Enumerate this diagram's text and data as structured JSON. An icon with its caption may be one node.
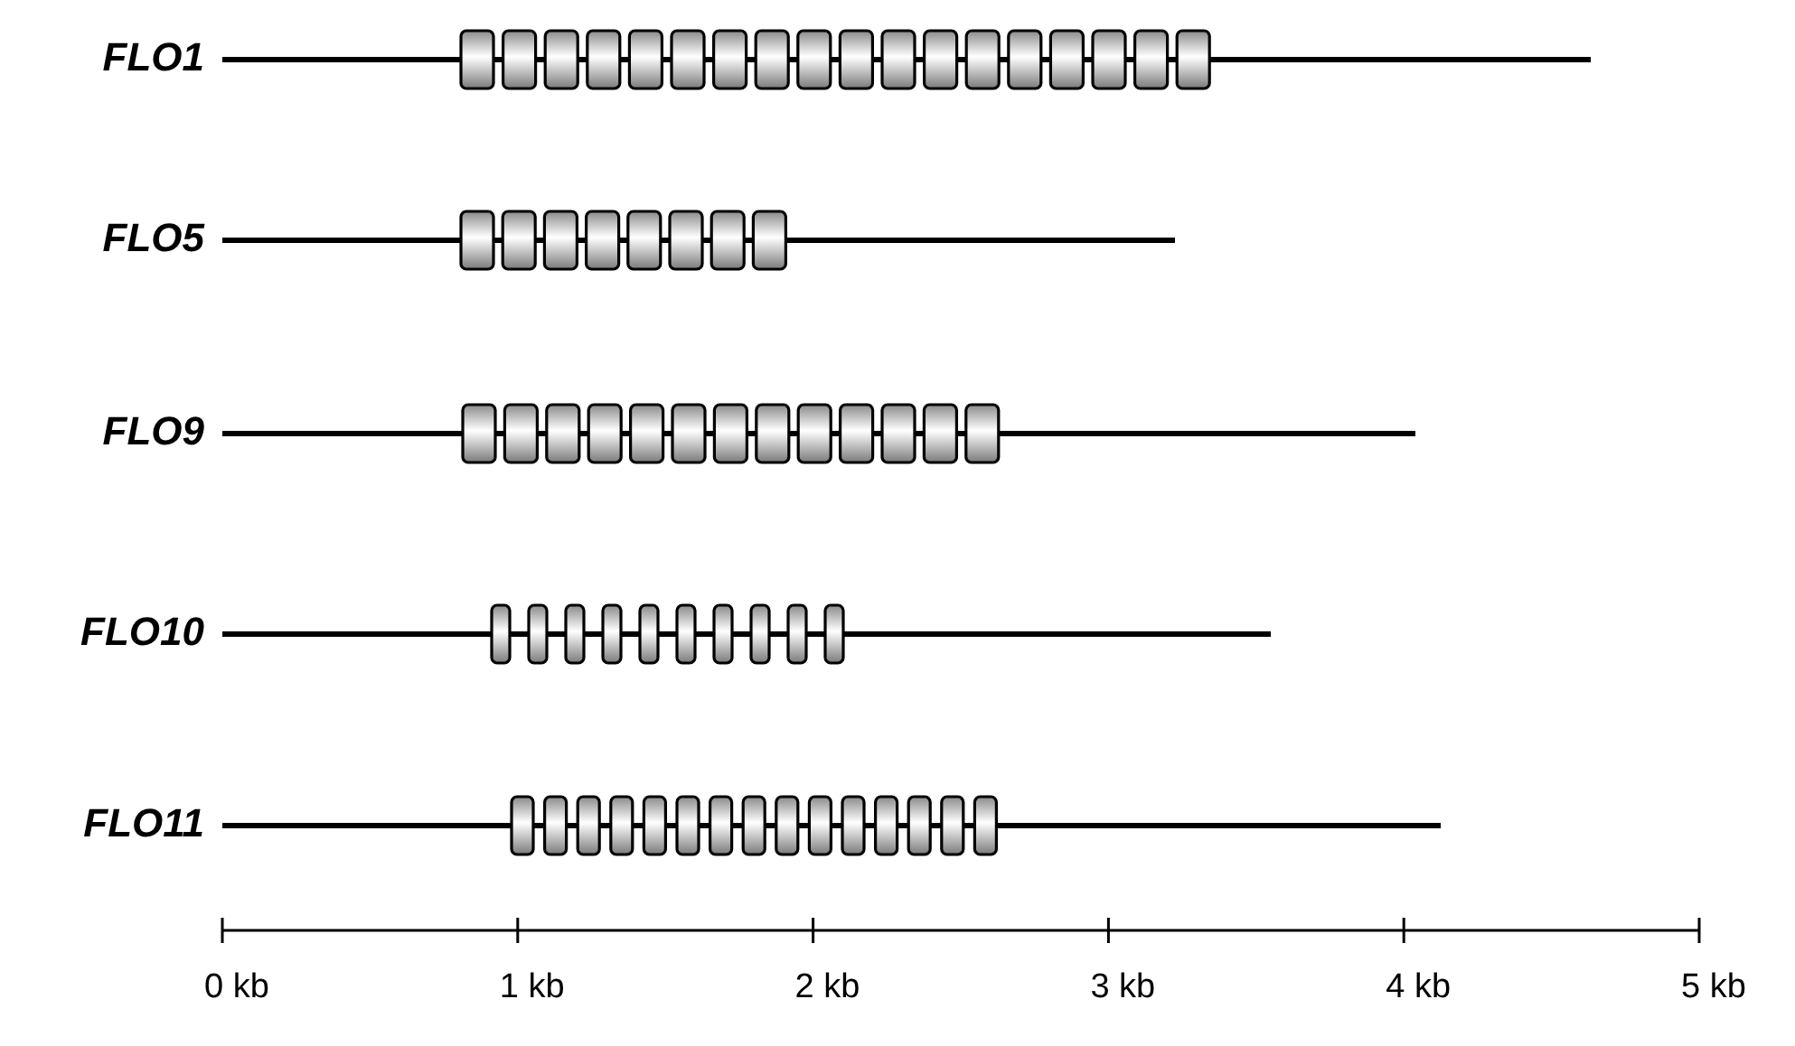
{
  "diagram": {
    "labels": [
      "FLO1",
      "FLO5",
      "FLO9",
      "FLO10",
      "FLO11",
      "0 kb",
      "1 kb",
      "2 kb",
      "3 kb",
      "4 kb",
      "5 kb"
    ]
  }
}
